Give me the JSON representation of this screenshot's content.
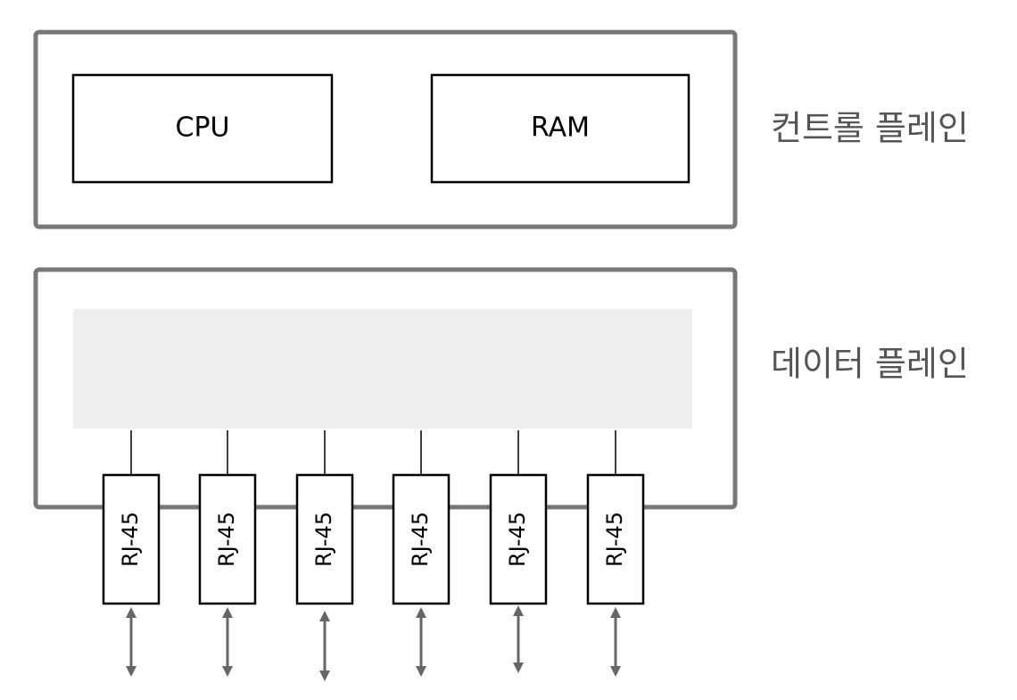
{
  "control_plane": {
    "label": "컨트롤 플레인",
    "components": [
      "CPU",
      "RAM"
    ]
  },
  "data_plane": {
    "label": "데이터 플레인",
    "ports": [
      "RJ-45",
      "RJ-45",
      "RJ-45",
      "RJ-45",
      "RJ-45",
      "RJ-45"
    ]
  },
  "colors": {
    "frame": "#777777",
    "box_border": "#000000",
    "inner_panel": "#eeeeee",
    "arrow": "#666666",
    "side_label": "#555555"
  }
}
